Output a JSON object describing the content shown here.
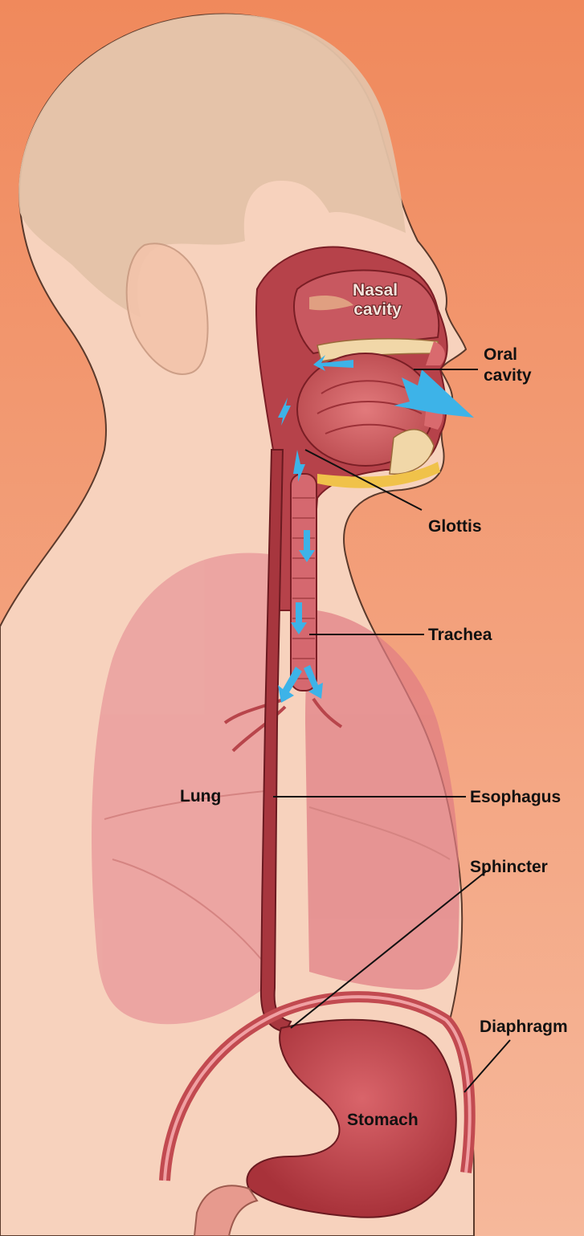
{
  "labels": {
    "nasal_cavity": [
      "Nasal",
      "cavity"
    ],
    "oral_cavity": [
      "Oral",
      "cavity"
    ],
    "glottis": "Glottis",
    "trachea": "Trachea",
    "lung": "Lung",
    "esophagus": "Esophagus",
    "sphincter": "Sphincter",
    "diaphragm": "Diaphragm",
    "stomach": "Stomach"
  },
  "colors": {
    "background_top": "#f08a5d",
    "background_bottom": "#f6b79a",
    "skin": "#f7d2bd",
    "hair": "#e6c3a8",
    "tissue": "#c0454a",
    "tissue_dark": "#7d1f24",
    "lung": "#e8888f",
    "arrow": "#3db3e8"
  }
}
